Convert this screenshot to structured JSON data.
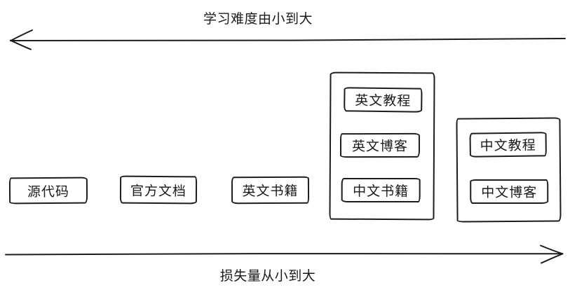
{
  "diagram": {
    "top_arrow": {
      "label": "学习难度由小到大",
      "direction": "left"
    },
    "bottom_arrow": {
      "label": "损失量从小到大",
      "direction": "right"
    },
    "nodes": {
      "source_code": {
        "label": "源代码"
      },
      "official_docs": {
        "label": "官方文档"
      },
      "english_books": {
        "label": "英文书籍"
      },
      "group_english": {
        "items": {
          "english_tutorials": {
            "label": "英文教程"
          },
          "english_blogs": {
            "label": "英文博客"
          },
          "chinese_books": {
            "label": "中文书籍"
          }
        }
      },
      "group_chinese": {
        "items": {
          "chinese_tutorials": {
            "label": "中文教程"
          },
          "chinese_blogs": {
            "label": "中文博客"
          }
        }
      }
    },
    "colors": {
      "stroke": "#1c1c1c",
      "text": "#1a1a1a",
      "background": "#ffffff"
    }
  }
}
